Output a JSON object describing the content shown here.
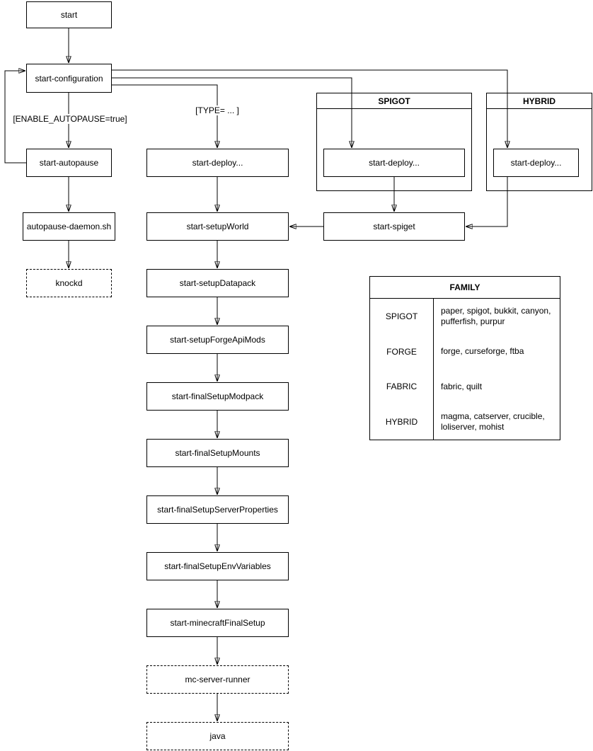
{
  "diagram": {
    "nodes": {
      "start": "start",
      "start_configuration": "start-configuration",
      "start_autopause": "start-autopause",
      "autopause_daemon": "autopause-daemon.sh",
      "knockd": "knockd",
      "main_deploy": "start-deploy...",
      "spigot_deploy": "start-deploy...",
      "hybrid_deploy": "start-deploy...",
      "start_spiget": "start-spiget",
      "start_setupWorld": "start-setupWorld",
      "start_setupDatapack": "start-setupDatapack",
      "start_setupForgeApiMods": "start-setupForgeApiMods",
      "start_finalSetupModpack": "start-finalSetupModpack",
      "start_finalSetupMounts": "start-finalSetupMounts",
      "start_finalSetupServerProperties": "start-finalSetupServerProperties",
      "start_finalSetupEnvVariables": "start-finalSetupEnvVariables",
      "start_minecraftFinalSetup": "start-minecraftFinalSetup",
      "mc_server_runner": "mc-server-runner",
      "java": "java"
    },
    "groups": {
      "spigot": "SPIGOT",
      "hybrid": "HYBRID"
    },
    "edge_labels": {
      "enable_autopause": "[ENABLE_AUTOPAUSE=true]",
      "type": "[TYPE= ... ]"
    },
    "colors": {
      "stroke": "#000000",
      "background": "#ffffff"
    }
  },
  "family_table": {
    "title": "FAMILY",
    "rows": [
      {
        "family": "SPIGOT",
        "servers": "paper, spigot, bukkit, canyon, pufferfish, purpur"
      },
      {
        "family": "FORGE",
        "servers": "forge, curseforge, ftba"
      },
      {
        "family": "FABRIC",
        "servers": "fabric, quilt"
      },
      {
        "family": "HYBRID",
        "servers": "magma, catserver, crucible, loliserver, mohist"
      }
    ]
  }
}
